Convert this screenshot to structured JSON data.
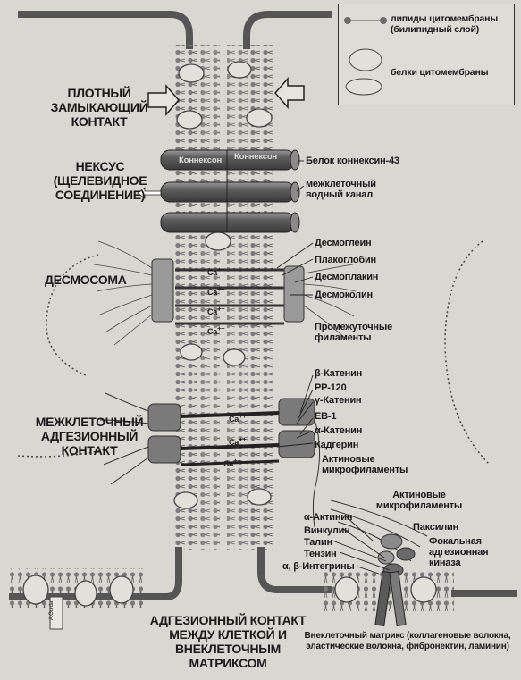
{
  "legend": {
    "lipids": "липиды цитомембраны (билипидный слой)",
    "proteins": "белки цитомембраны"
  },
  "sections": {
    "tight_junction": "ПЛОТНЫЙ ЗАМЫКАЮЩИЙ КОНТАКТ",
    "nexus": "НЕКСУС (ЩЕЛЕВИДНОЕ СОЕДИНЕНИЕ)",
    "desmosome": "ДЕСМОСОМА",
    "adherens": "МЕЖКЛЕТОЧНЫЙ АДГЕЗИОННЫЙ КОНТАКТ",
    "matrix_contact": "АДГЕЗИОННЫЙ КОНТАКТ МЕЖДУ КЛЕТКОЙ И ВНЕКЛЕТОЧНЫМ МАТРИКСОМ"
  },
  "nexus_labels": {
    "connexon": "Коннексон",
    "connexin": "Белок коннексин-43",
    "channel": "межклеточный водный канал"
  },
  "desmosome_labels": {
    "desmoglein": "Десмоглеин",
    "plakoglobin": "Плакоглобин",
    "desmoplakin": "Десмоплакин",
    "desmocollin": "Десмоколин",
    "intermediate": "Промежуточные филаменты"
  },
  "adherens_labels": {
    "beta_catenin": "β-Катенин",
    "pp120": "PP-120",
    "gamma_catenin": "γ-Катенин",
    "eb1": "EB-1",
    "alpha_catenin": "α-Катенин",
    "cadherin": "Кадгерин",
    "actin_microfilaments": "Актиновые микрофиламенты"
  },
  "matrix_labels": {
    "actin_microfilaments": "Актиновые микрофиламенты",
    "alpha_actinin": "α-Актинин",
    "paxillin": "Паксилин",
    "vinculin": "Винкулин",
    "talin": "Талин",
    "focal_kinase": "Фокальная адгезионная киназа",
    "tensin": "Тензин",
    "integrins": "α, β-Интегрины",
    "extracellular": "Внеклеточный матрикс (коллагеновые волокна, эластические волокна, фибронектин, ламинин)"
  },
  "calcium_label": "Ca",
  "calcium_sup": "++",
  "signature": "A.Gurda"
}
